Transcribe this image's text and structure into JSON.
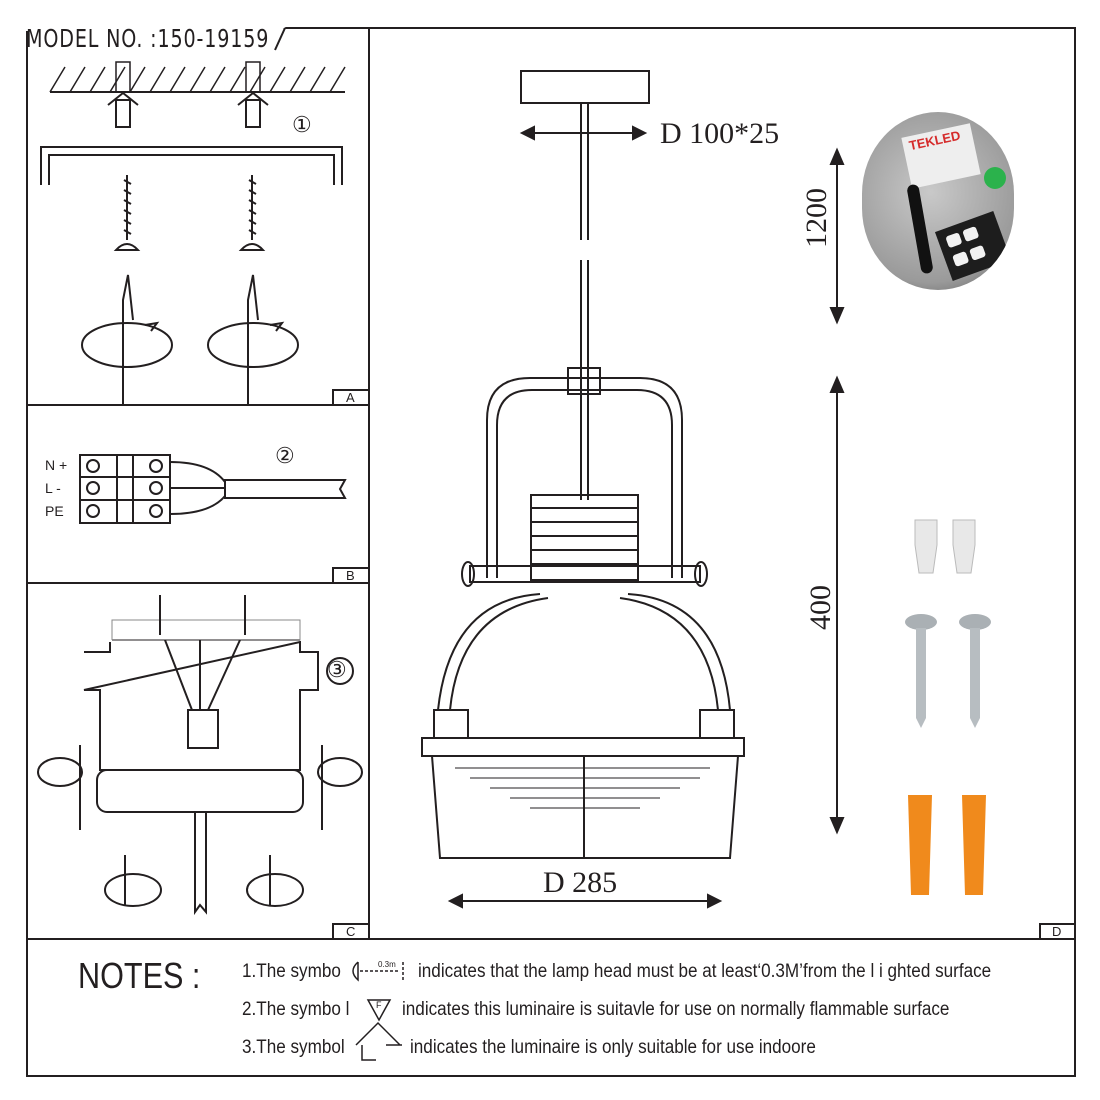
{
  "header": {
    "model_no": "MODEL NO. :150-19159"
  },
  "panels": {
    "a": {
      "letter": "A",
      "step": "①"
    },
    "b": {
      "letter": "B",
      "step": "②",
      "terminals": [
        "N +",
        "L -",
        "PE"
      ]
    },
    "c": {
      "letter": "C",
      "step": "③"
    },
    "d": {
      "letter": "D"
    }
  },
  "dimensions": {
    "canopy": "D 100*25",
    "cable_length": "1200",
    "height": "400",
    "diameter": "D 285"
  },
  "photo": {
    "brand_logo": "TEKLED"
  },
  "notes": {
    "title": "NOTES :",
    "items": [
      {
        "before": "1.The symbo",
        "symbol": "0.3m",
        "after": "indicates that the lamp head must be at least‘0.3M’from the l i ghted surface"
      },
      {
        "before": "2.The symbo l",
        "symbol": "F",
        "after": "indicates this luminaire is suitavle for use on normally flammable surface"
      },
      {
        "before": "3.The symbol",
        "symbol": "",
        "after": "indicates the luminaire is only suitable for use indoore"
      }
    ]
  }
}
